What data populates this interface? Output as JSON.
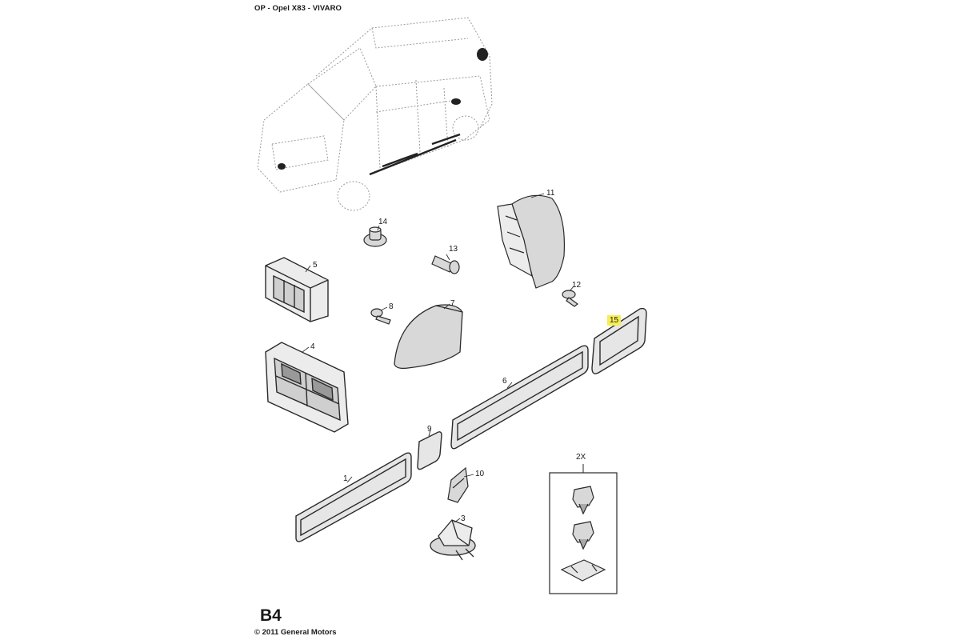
{
  "header": {
    "title": "OP - Opel X83 - VIVARO"
  },
  "footer": {
    "page_code": "B4",
    "copyright": "© 2011 General Motors"
  },
  "callouts": {
    "c1": "1",
    "c3": "3",
    "c4": "4",
    "c5": "5",
    "c6": "6",
    "c7": "7",
    "c8": "8",
    "c9": "9",
    "c10": "10",
    "c11": "11",
    "c12": "12",
    "c13": "13",
    "c14": "14",
    "c15": "15"
  },
  "kit": {
    "quantity_label": "2X"
  },
  "colors": {
    "line": "#2a2a2a",
    "van_outline": "#9a9a9a",
    "part_fill": "#d8d8d8",
    "highlight": "#f6ee55"
  }
}
